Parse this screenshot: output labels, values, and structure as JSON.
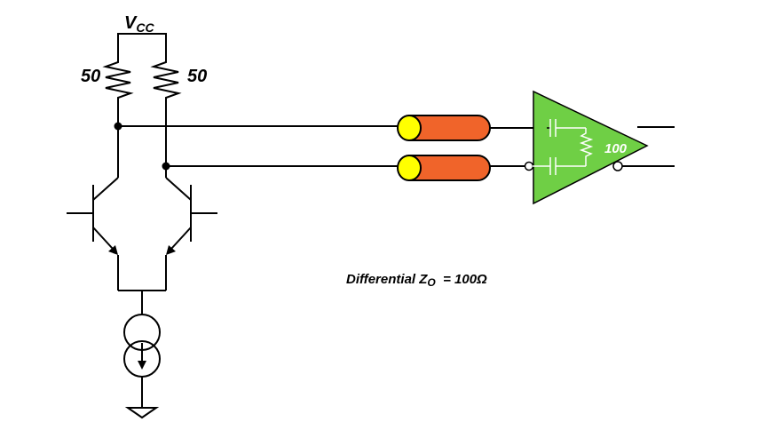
{
  "supply": {
    "v": "V",
    "sub": "CC"
  },
  "resistors": {
    "left": "50",
    "right": "50"
  },
  "termination": {
    "label": "100"
  },
  "caption": {
    "prefix": "Differential Z",
    "sub": "O",
    "suffix": "  = 100Ω"
  },
  "colors": {
    "cable_jacket": "#f0642a",
    "cable_conductor": "#ffff00",
    "receiver_fill": "#6fcf45"
  }
}
